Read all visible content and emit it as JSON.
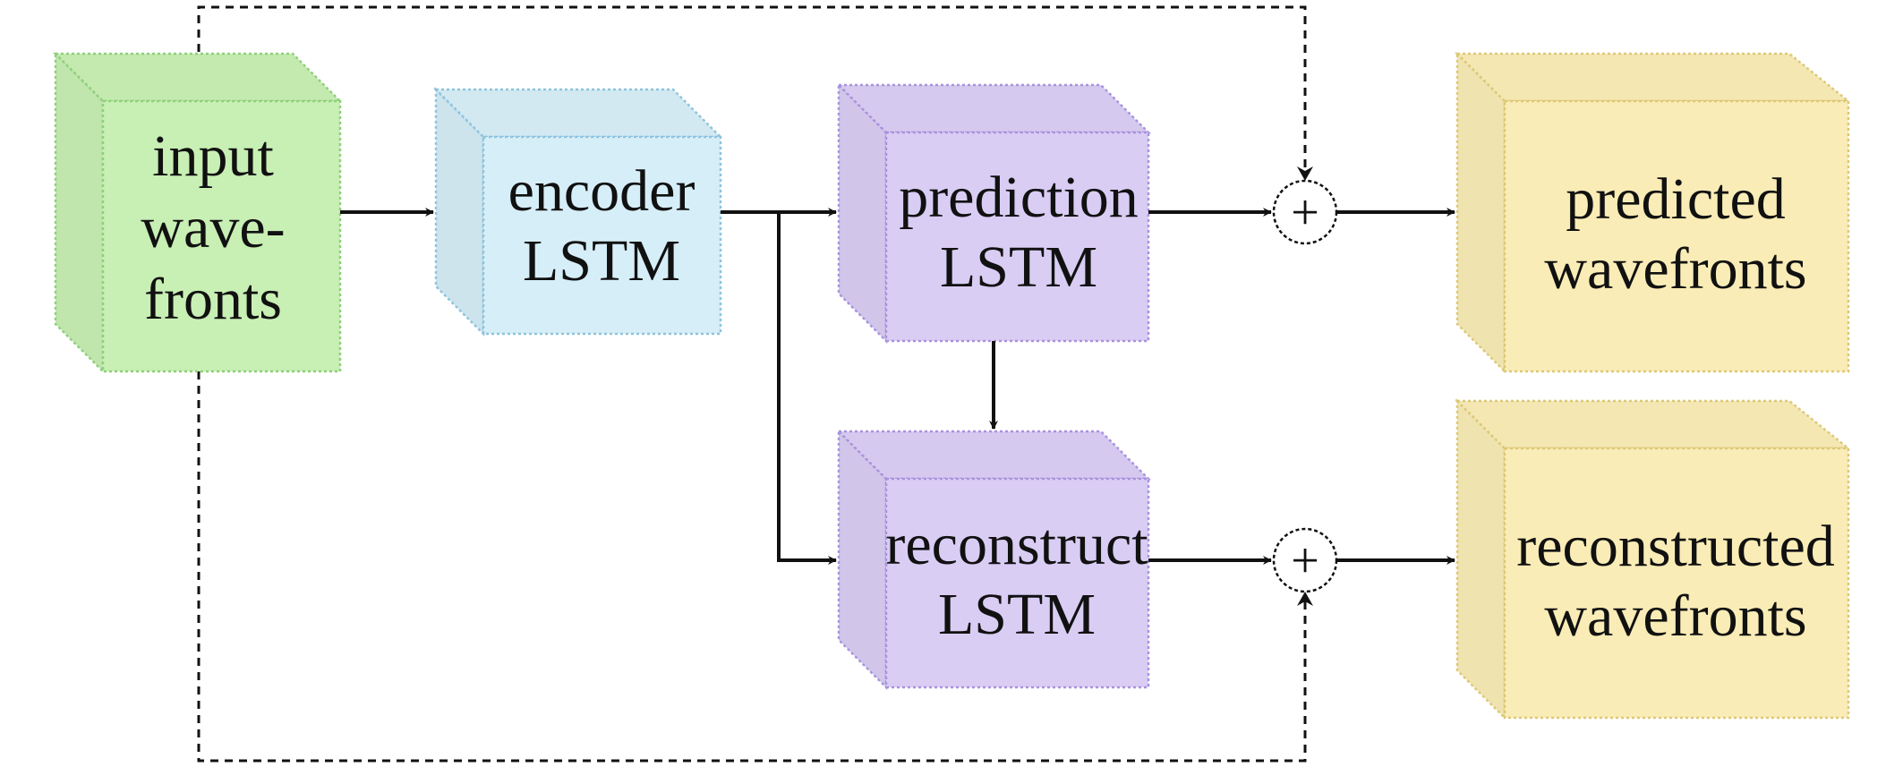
{
  "blocks": {
    "input": {
      "line1": "input",
      "line2": "wave-",
      "line3": "fronts",
      "color": "#c8efb4",
      "border": "#8fd07a"
    },
    "encoder": {
      "line1": "encoder",
      "line2": "LSTM",
      "color": "#d6eef7",
      "border": "#8ec3de"
    },
    "prediction": {
      "line1": "prediction",
      "line2": "LSTM",
      "color": "#dacdf4",
      "border": "#a893dd"
    },
    "reconstruct": {
      "line1": "reconstruct",
      "line2": "LSTM",
      "color": "#dacdf4",
      "border": "#a893dd"
    },
    "predicted": {
      "line1": "predicted",
      "line2": "wavefronts",
      "color": "#f9ecb6",
      "border": "#ddc877"
    },
    "reconstructed": {
      "line1": "reconstructed",
      "line2": "wavefronts",
      "color": "#f9ecb6",
      "border": "#ddc877"
    }
  },
  "operators": {
    "add_top": "+",
    "add_bottom": "+"
  }
}
